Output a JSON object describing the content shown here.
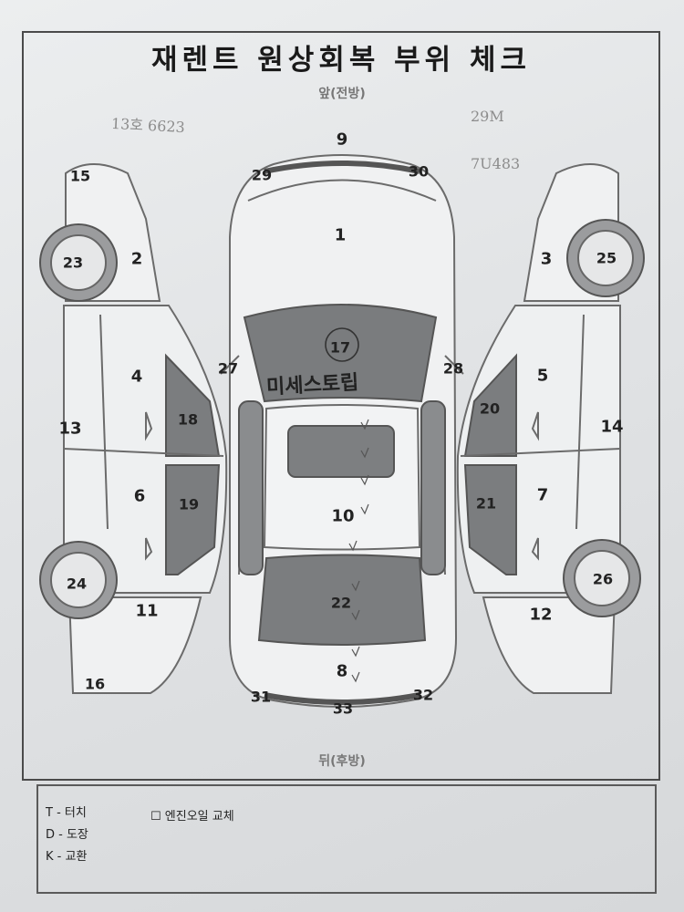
{
  "form": {
    "title": "재렌트 원상회복 부위 체크",
    "front_label": "앞(전방)",
    "rear_label": "뒤(후방)"
  },
  "parts": {
    "p1": "1",
    "p2": "2",
    "p3": "3",
    "p4": "4",
    "p5": "5",
    "p6": "6",
    "p7": "7",
    "p8": "8",
    "p9": "9",
    "p10": "10",
    "p11": "11",
    "p12": "12",
    "p13": "13",
    "p14": "14",
    "p15": "15",
    "p16": "16",
    "p17": "17",
    "p18": "18",
    "p19": "19",
    "p20": "20",
    "p21": "21",
    "p22": "22",
    "p23": "23",
    "p24": "24",
    "p25": "25",
    "p26": "26",
    "p27": "27",
    "p28": "28",
    "p29": "29",
    "p30": "30",
    "p31": "31",
    "p32": "32",
    "p33": "33"
  },
  "handwriting": {
    "note": "미세스토립",
    "circled_part": "17",
    "plate_left": "13호 6623",
    "plate_right_1": "29M",
    "plate_right_2": "7U483"
  },
  "legend": {
    "t": "T - 터치",
    "d": "D - 도장",
    "k": "K - 교환",
    "checkbox_label": "엔진오일 교체"
  }
}
